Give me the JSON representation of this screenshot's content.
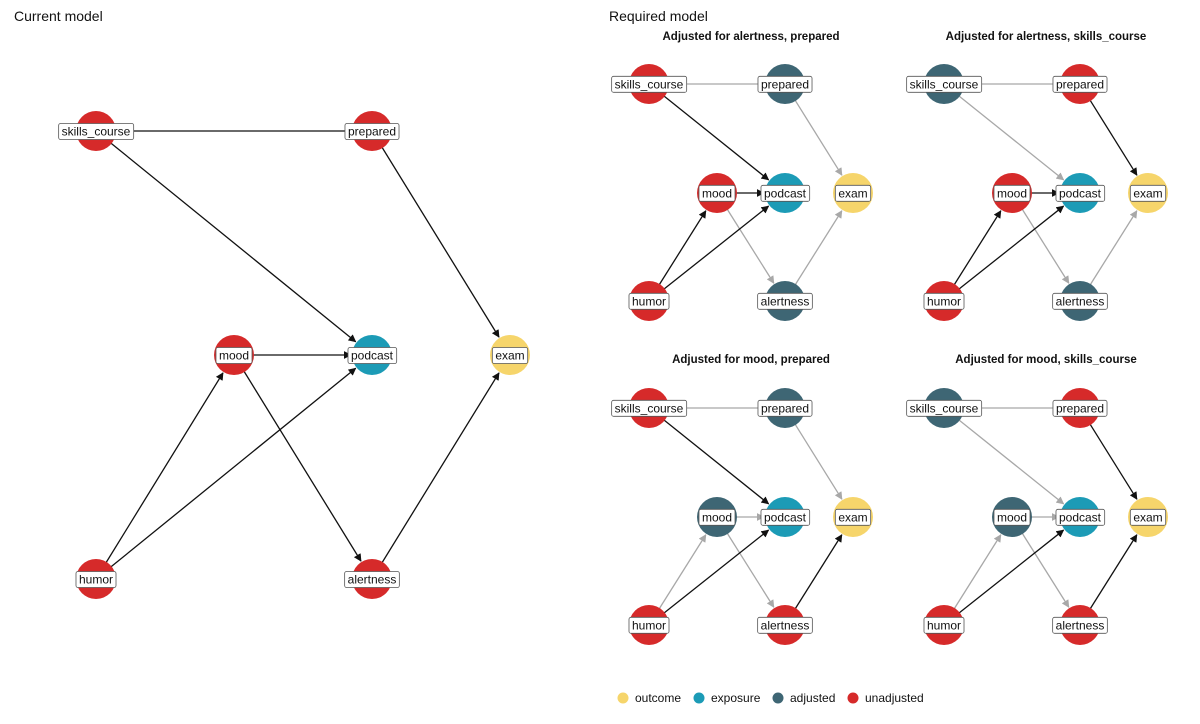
{
  "titles": {
    "current": "Current model",
    "required": "Required model"
  },
  "colors": {
    "outcome": "#f6d56b",
    "exposure": "#1c9bb6",
    "adjusted": "#3e6674",
    "unadjusted": "#d62a2a",
    "edge_active": "#111111",
    "edge_faded": "#a8a8a8"
  },
  "legend": [
    {
      "key": "outcome",
      "label": "outcome"
    },
    {
      "key": "exposure",
      "label": "exposure"
    },
    {
      "key": "adjusted",
      "label": "adjusted"
    },
    {
      "key": "unadjusted",
      "label": "unadjusted"
    }
  ],
  "nodes": [
    "skills_course",
    "prepared",
    "mood",
    "podcast",
    "exam",
    "humor",
    "alertness"
  ],
  "edges": [
    {
      "from": "skills_course",
      "to": "prepared",
      "arrow": false
    },
    {
      "from": "skills_course",
      "to": "podcast",
      "arrow": true
    },
    {
      "from": "prepared",
      "to": "exam",
      "arrow": true
    },
    {
      "from": "mood",
      "to": "podcast",
      "arrow": true
    },
    {
      "from": "mood",
      "to": "alertness",
      "arrow": true
    },
    {
      "from": "humor",
      "to": "mood",
      "arrow": true
    },
    {
      "from": "humor",
      "to": "podcast",
      "arrow": true
    },
    {
      "from": "alertness",
      "to": "exam",
      "arrow": true
    }
  ],
  "current_model": {
    "status": {
      "skills_course": "unadjusted",
      "prepared": "unadjusted",
      "mood": "unadjusted",
      "podcast": "exposure",
      "exam": "outcome",
      "humor": "unadjusted",
      "alertness": "unadjusted"
    }
  },
  "required_panels": [
    {
      "title": "Adjusted for alertness, prepared",
      "status": {
        "skills_course": "unadjusted",
        "prepared": "adjusted",
        "mood": "unadjusted",
        "podcast": "exposure",
        "exam": "outcome",
        "humor": "unadjusted",
        "alertness": "adjusted"
      }
    },
    {
      "title": "Adjusted for alertness, skills_course",
      "status": {
        "skills_course": "adjusted",
        "prepared": "unadjusted",
        "mood": "unadjusted",
        "podcast": "exposure",
        "exam": "outcome",
        "humor": "unadjusted",
        "alertness": "adjusted"
      }
    },
    {
      "title": "Adjusted for mood, prepared",
      "status": {
        "skills_course": "unadjusted",
        "prepared": "adjusted",
        "mood": "adjusted",
        "podcast": "exposure",
        "exam": "outcome",
        "humor": "unadjusted",
        "alertness": "unadjusted"
      }
    },
    {
      "title": "Adjusted for mood, skills_course",
      "status": {
        "skills_course": "adjusted",
        "prepared": "unadjusted",
        "mood": "adjusted",
        "podcast": "exposure",
        "exam": "outcome",
        "humor": "unadjusted",
        "alertness": "unadjusted"
      }
    }
  ]
}
